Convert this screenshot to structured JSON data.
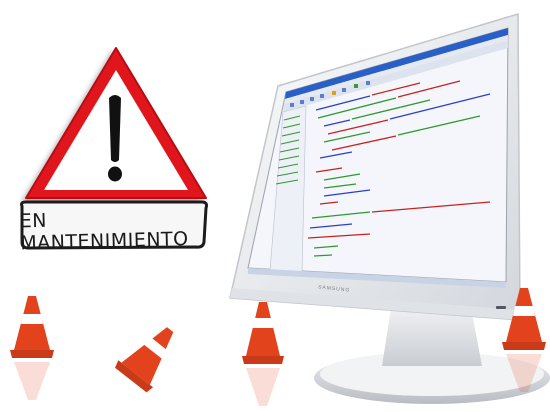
{
  "sign": {
    "label": "EN MANTENIMIENTO",
    "symbol": "exclamation-mark",
    "colors": {
      "border": "#e0151b",
      "fill": "#ffffff",
      "text": "#1a1a1a"
    }
  },
  "monitor": {
    "brand": "SAMSUNG",
    "screen": "code-editor-window",
    "colors": {
      "bezel": "#e9ebee",
      "titlebar": "#2a5fc7",
      "code_green": "#2e9a2e",
      "code_red": "#c8221e",
      "code_blue": "#2a3fc8"
    }
  },
  "cones": {
    "count": 4,
    "colors": {
      "orange": "#e2431d",
      "stripe": "#ffffff"
    }
  }
}
